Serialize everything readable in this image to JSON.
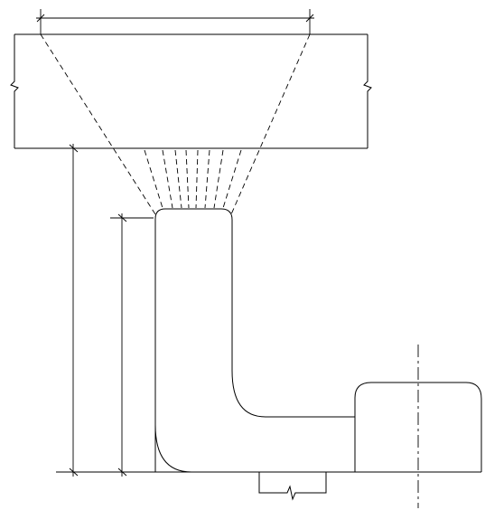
{
  "diagram": {
    "line_color": "#000000",
    "background": "#ffffff",
    "dimension_lines": [
      "top-horizontal-span",
      "outer-vertical-height",
      "inner-vertical-height"
    ],
    "labels": []
  }
}
